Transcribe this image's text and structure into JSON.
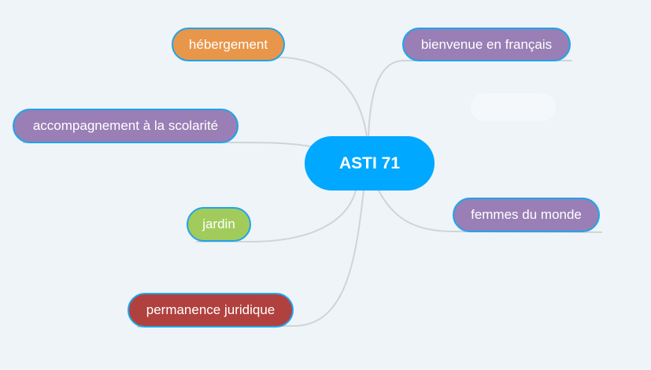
{
  "mindmap": {
    "root": {
      "label": "ASTI 71",
      "color": "#00a8ff"
    },
    "topics": [
      {
        "key": "hebergement",
        "label": "hébergement",
        "color": "#e8964a"
      },
      {
        "key": "bienvenue",
        "label": "bienvenue en français",
        "color": "#997fb5"
      },
      {
        "key": "accompagnement",
        "label": "accompagnement à la scolarité",
        "color": "#997fb5"
      },
      {
        "key": "femmes",
        "label": "femmes du monde",
        "color": "#997fb5"
      },
      {
        "key": "jardin",
        "label": "jardin",
        "color": "#a1cc5c"
      },
      {
        "key": "permanence",
        "label": "permanence juridique",
        "color": "#b0413e"
      }
    ],
    "border_color": "#1fa4ec",
    "connector_color": "#cfd4d8",
    "background": "#eff4f8"
  }
}
